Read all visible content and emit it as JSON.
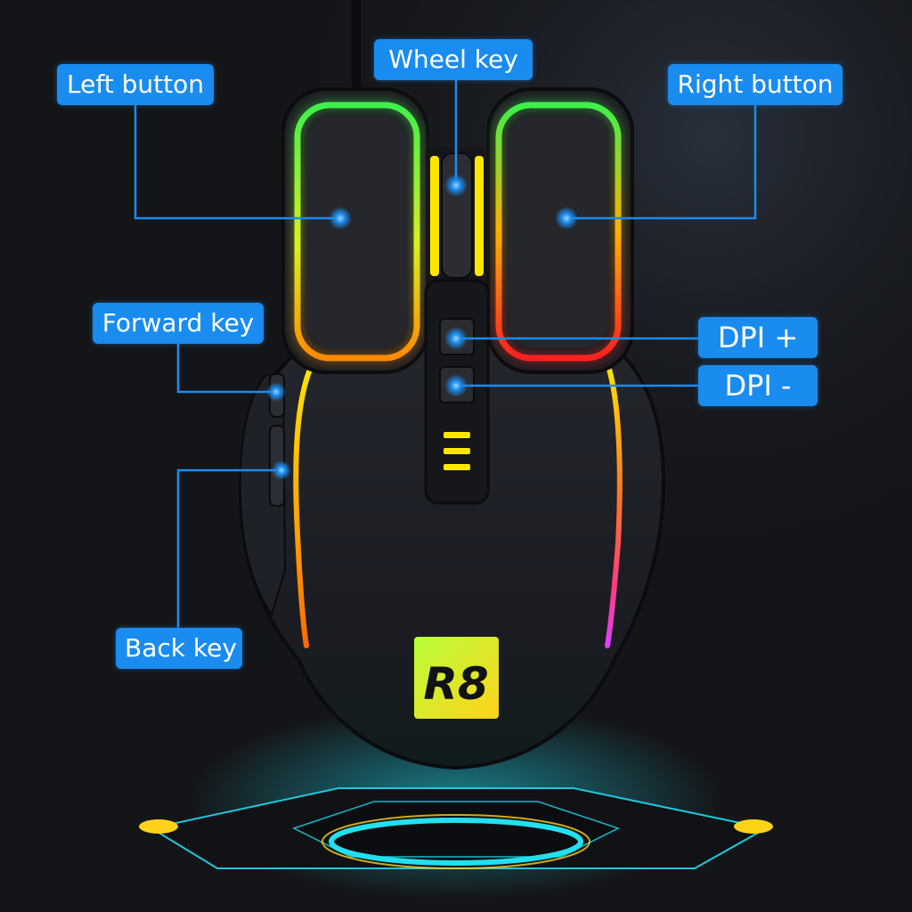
{
  "callouts": {
    "left_button": "Left button",
    "wheel_key": "Wheel key",
    "right_button": "Right button",
    "forward_key": "Forward key",
    "dpi_plus": "DPI +",
    "dpi_minus": "DPI -",
    "back_key": "Back key"
  },
  "logo": {
    "text": "R8"
  },
  "colors": {
    "callout": "#1a8cf0",
    "callout_text": "#ffffff",
    "background": "#141518",
    "mouse_body": "#1b1d22",
    "rgb_green": "#3ef04a",
    "rgb_yellow": "#ffe600",
    "rgb_orange": "#ff8a00",
    "rgb_red": "#ff2020",
    "rgb_magenta": "#e040ff",
    "base_glow": "#22e0f0"
  }
}
